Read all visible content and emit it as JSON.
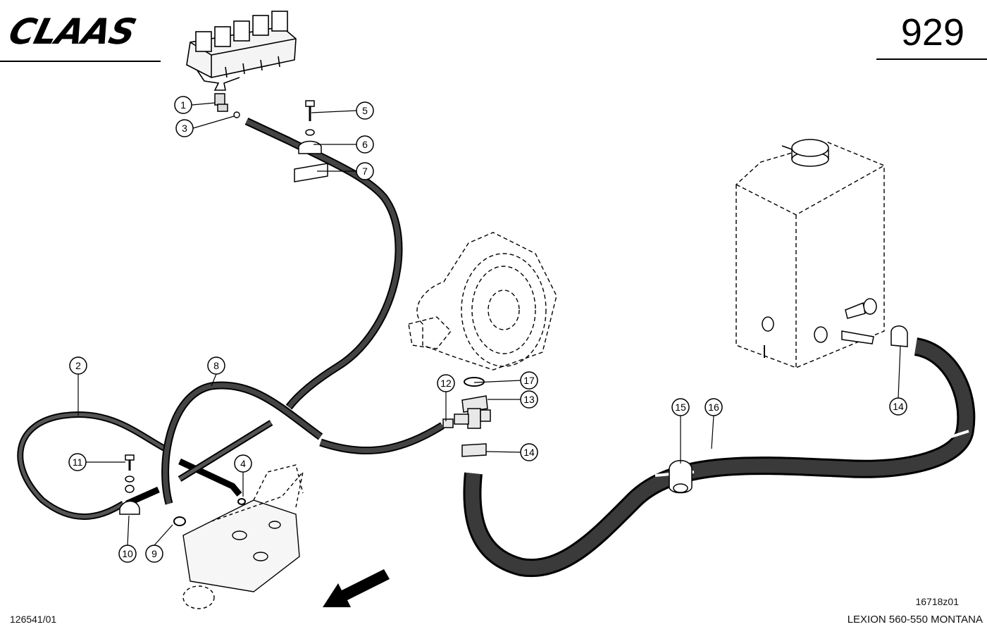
{
  "header": {
    "brand": "CLAAS",
    "page_number": "929"
  },
  "footer": {
    "document_number": "126541/01",
    "drawing_number": "16718z01",
    "model": "LEXION 560-550 MONTANA"
  },
  "callouts": {
    "c1": "1",
    "c2": "2",
    "c3": "3",
    "c4": "4",
    "c5": "5",
    "c6": "6",
    "c7": "7",
    "c8": "8",
    "c9": "9",
    "c10": "10",
    "c11": "11",
    "c12": "12",
    "c13": "13",
    "c14a": "14",
    "c14b": "14",
    "c15": "15",
    "c16": "16",
    "c17": "17"
  }
}
